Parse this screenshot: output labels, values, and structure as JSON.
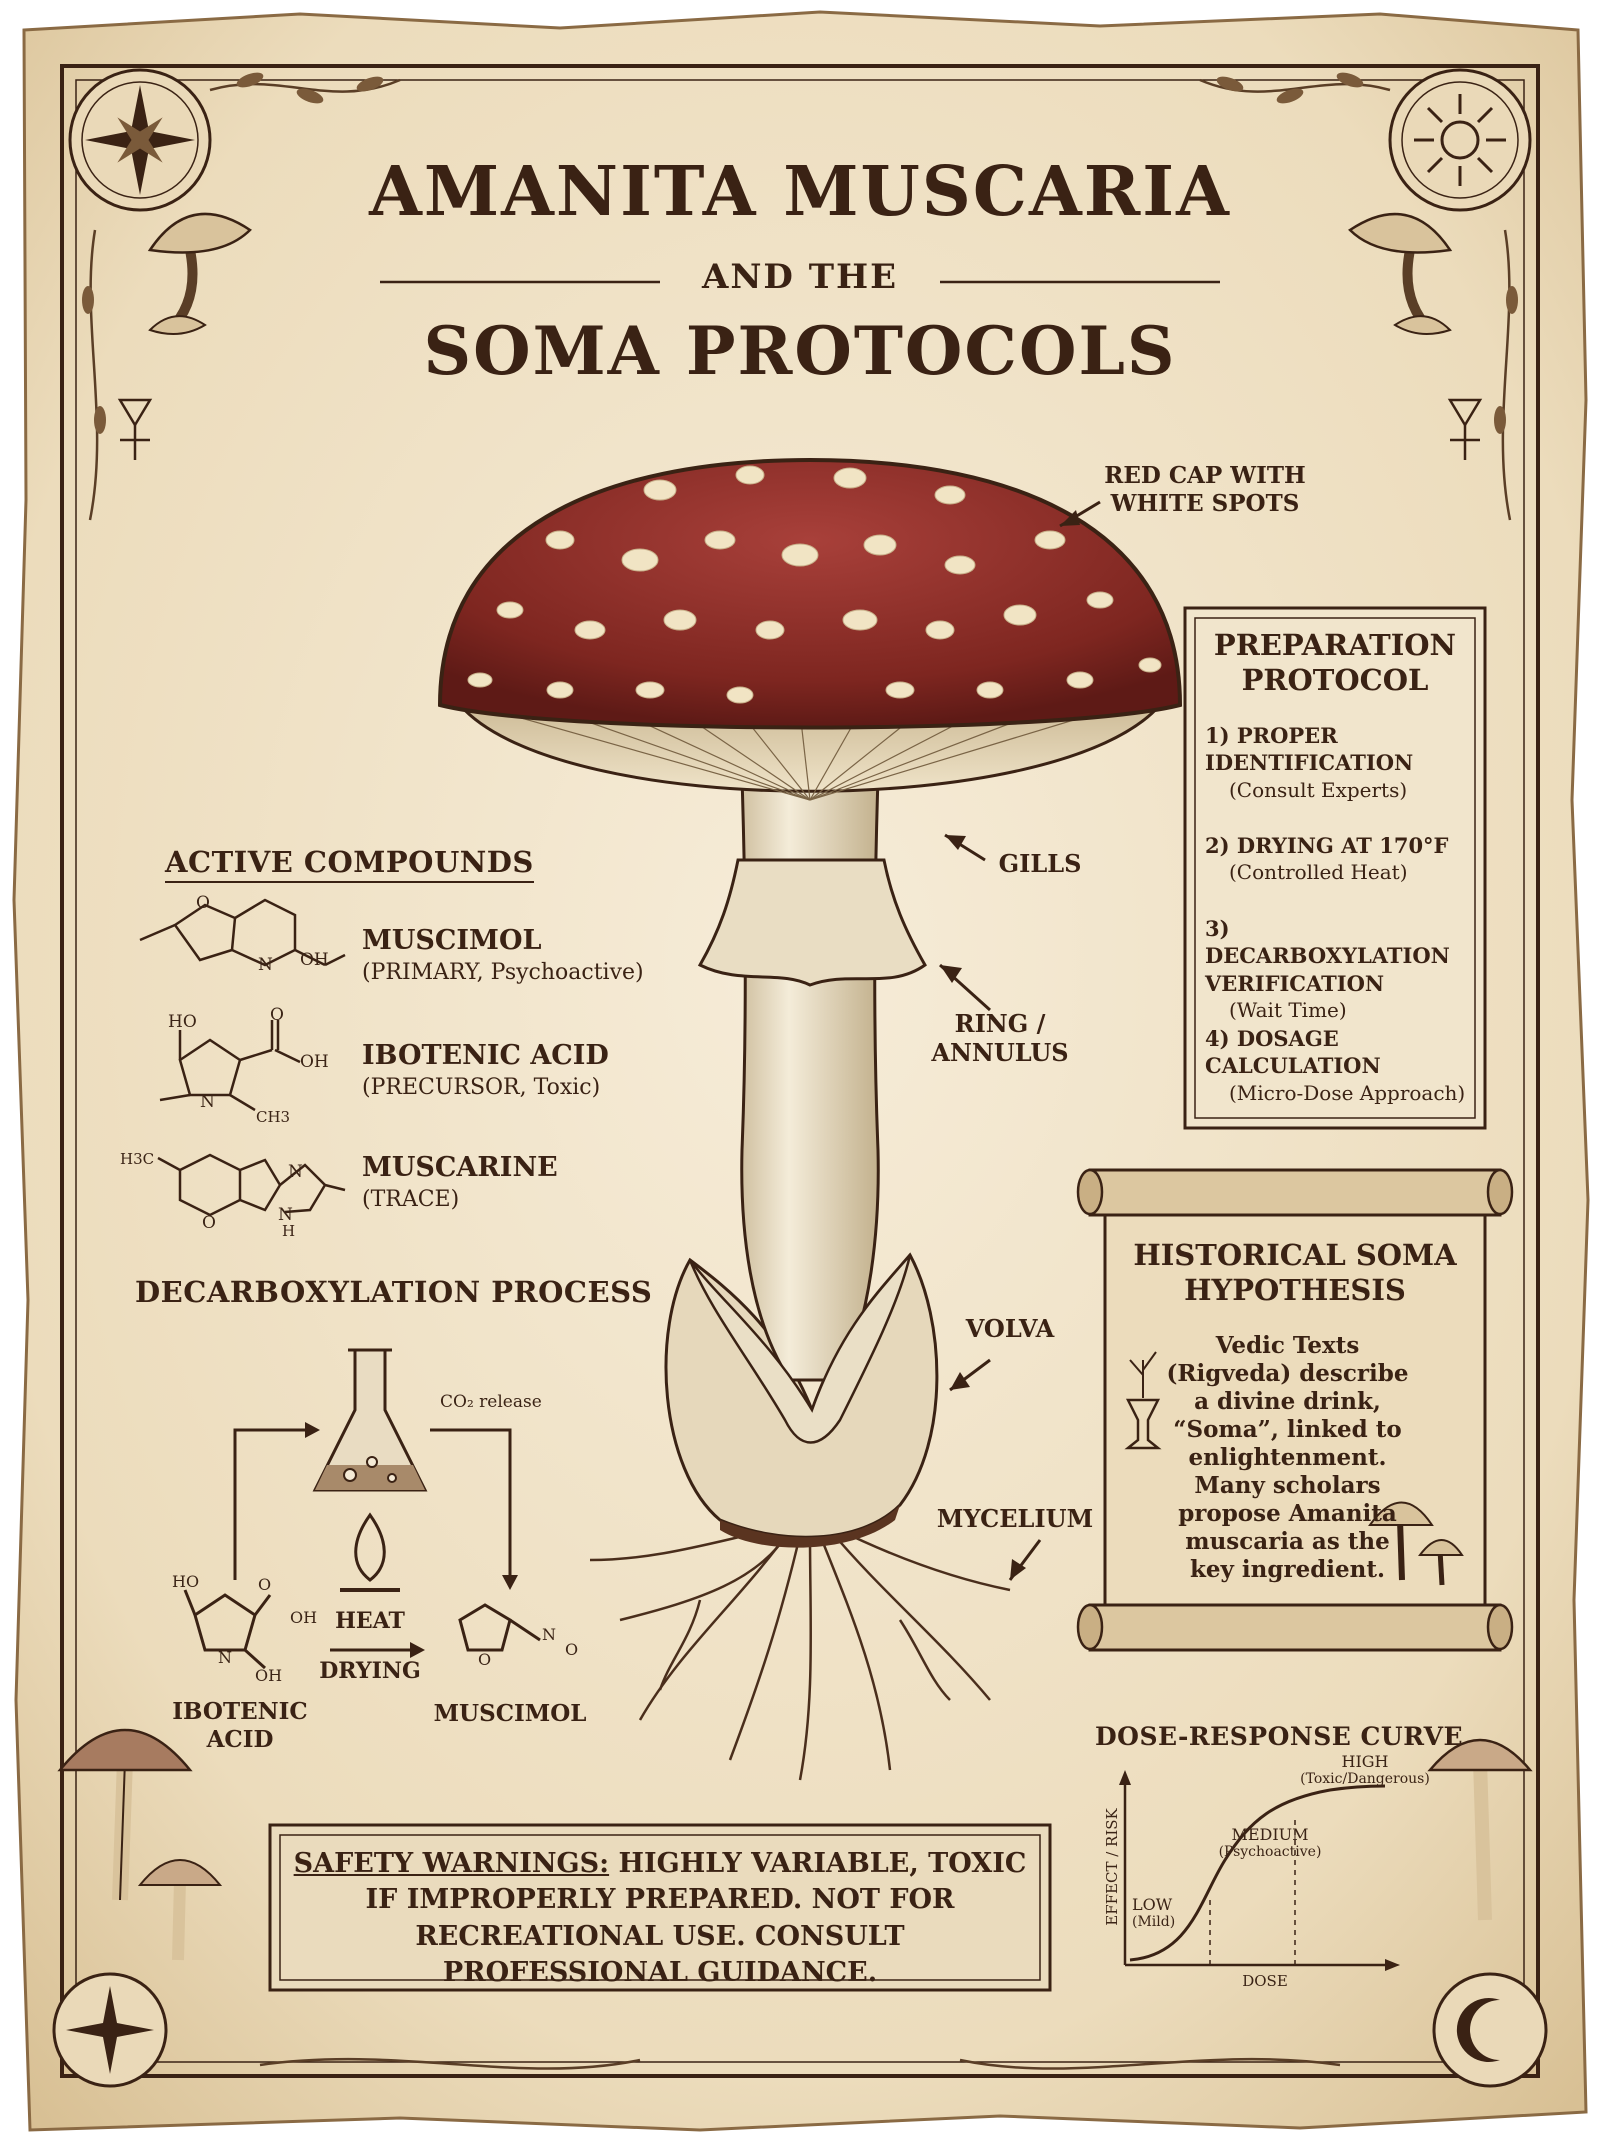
{
  "header": {
    "title_line1": "AMANITA MUSCARIA",
    "title_line2": "AND THE",
    "title_line3": "SOMA PROTOCOLS"
  },
  "labels": {
    "cap": "RED CAP WITH WHITE SPOTS",
    "gills": "GILLS",
    "ring": "RING / ANNULUS",
    "volva": "VOLVA",
    "mycelium": "MYCELIUM"
  },
  "active_compounds": {
    "heading": "ACTIVE COMPOUNDS",
    "items": [
      {
        "name": "MUSCIMOL",
        "note": "(PRIMARY, Psychoactive)",
        "atom_labels": [
          "O",
          "N",
          "OH"
        ]
      },
      {
        "name": "IBOTENIC ACID",
        "note": "(PRECURSOR, Toxic)",
        "atom_labels": [
          "HO",
          "O",
          "OH",
          "N",
          "CH3"
        ]
      },
      {
        "name": "MUSCARINE",
        "note": "(TRACE)",
        "atom_labels": [
          "H3C",
          "O",
          "N",
          "N",
          "H"
        ]
      }
    ]
  },
  "decarboxylation": {
    "heading": "DECARBOXYLATION PROCESS",
    "co2_label": "CO₂ release",
    "heat_label": "HEAT",
    "drying_label": "DRYING",
    "from_label": "IBOTENIC ACID",
    "to_label": "MUSCIMOL",
    "from_atoms": [
      "HO",
      "O",
      "OH",
      "N",
      "OH"
    ],
    "to_atoms": [
      "O",
      "N",
      "O"
    ]
  },
  "preparation": {
    "heading": "PREPARATION PROTOCOL",
    "steps": [
      {
        "title": "1) PROPER IDENTIFICATION",
        "note": "(Consult Experts)"
      },
      {
        "title": "2) DRYING AT 170°F",
        "note": "(Controlled Heat)"
      },
      {
        "title": "3) DECARBOXYLATION VERIFICATION",
        "note": "(Wait Time)"
      },
      {
        "title": "4) DOSAGE CALCULATION",
        "note": "(Micro-Dose Approach)"
      }
    ]
  },
  "history": {
    "heading": "HISTORICAL SOMA HYPOTHESIS",
    "body": "Vedic Texts (Rigveda) describe a divine drink, “Soma”, linked to enlightenment. Many scholars propose Amanita muscaria as the key ingredient."
  },
  "safety": {
    "heading": "SAFETY WARNINGS:",
    "text": "HIGHLY VARIABLE, TOXIC IF IMPROPERLY PREPARED. NOT FOR RECREATIONAL USE. CONSULT PROFESSIONAL GUIDANCE."
  },
  "dose_response": {
    "heading": "DOSE-RESPONSE CURVE",
    "xlabel": "DOSE",
    "ylabel": "EFFECT / RISK",
    "zones": [
      {
        "label": "LOW",
        "note": "(Mild)"
      },
      {
        "label": "MEDIUM",
        "note": "(Psychoactive)"
      },
      {
        "label": "HIGH",
        "note": "(Toxic/Dangerous)"
      }
    ]
  },
  "colors": {
    "parchment": "#f4ead6",
    "ink": "#3a2214",
    "cap_red": "#8a2a22",
    "spot": "#f1e4c4",
    "stem": "#efe4cd"
  }
}
